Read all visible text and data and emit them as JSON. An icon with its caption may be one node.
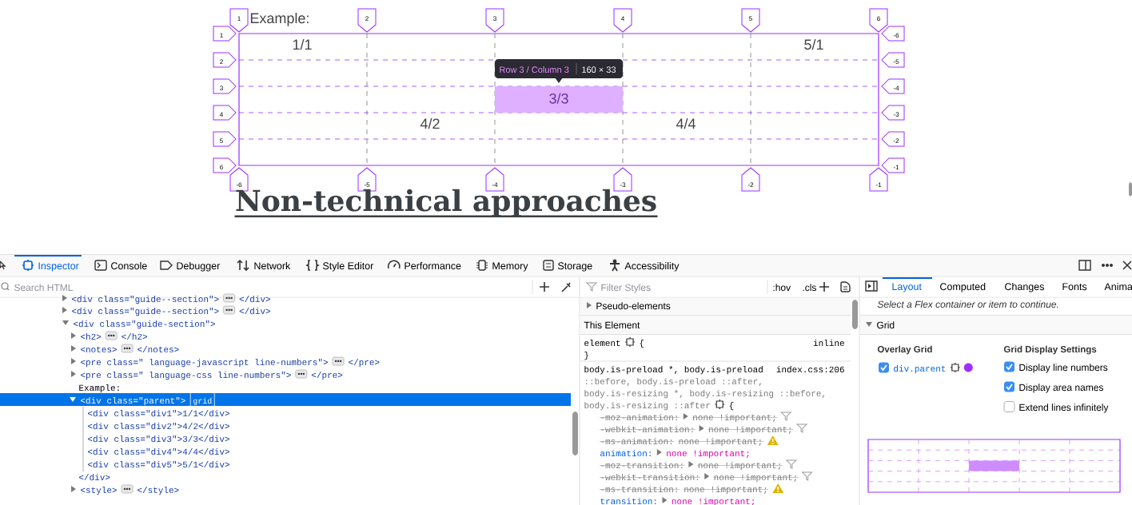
{
  "diagram": {
    "nodes": [
      {
        "text": [
          "1"
        ]
      },
      {
        "text": [
          "2"
        ]
      },
      {
        "text": [
          "3"
        ]
      },
      {
        "text": [
          "4"
        ]
      },
      {
        "text": [
          "5"
        ]
      },
      {
        "text": [
          "6"
        ]
      },
      {
        "text": [
          "1"
        ]
      },
      {
        "text": [
          "2"
        ]
      },
      {
        "text": [
          "3"
        ]
      },
      {
        "text": [
          "4"
        ]
      },
      {
        "text": [
          "5"
        ]
      },
      {
        "text": [
          "6"
        ]
      },
      {
        "text": [
          "-6"
        ]
      },
      {
        "text": [
          "-5"
        ]
      },
      {
        "text": [
          "-4"
        ]
      },
      {
        "text": [
          "-3"
        ]
      },
      {
        "text": [
          "-2"
        ]
      },
      {
        "text": [
          "-1"
        ]
      },
      {
        "text": [
          "-6"
        ]
      },
      {
        "text": [
          "-5"
        ]
      },
      {
        "text": [
          "-4"
        ]
      },
      {
        "text": [
          "-3"
        ]
      },
      {
        "text": [
          "-2"
        ]
      },
      {
        "text": [
          "-1"
        ]
      },
      {
        "text": [
          "Row 3 / Column 3",
          "160 × 33"
        ]
      },
      {
        "text": [
          "3/3"
        ]
      }
    ],
    "labels": [
      "Example:",
      "1/1",
      "5/1",
      "4/2",
      "4/4",
      "Non-technical approaches",
      "Inspector",
      "Console",
      "Debugger",
      "Network",
      "Style Editor",
      "Performance",
      "Memory",
      "Storage",
      "Accessibility",
      "Search HTML",
      "<div class=\"guide--section\">",
      "</div>",
      "<div class=\"guide--section\">",
      "</div>",
      "<div class=\"guide-section\">",
      "<h2>",
      "</h2>",
      "<notes>",
      "</notes>",
      "<pre class=\" language-javascript line-numbers\">",
      "</pre>",
      "<pre class=\" language-css line-numbers\">",
      "</pre>",
      "Example:",
      "<div class=\"parent\">",
      "grid",
      "<div class=\"div1\">1/1</div>",
      "<div class=\"div2\">4/2</div>",
      "<div class=\"div3\">3/3</div>",
      "<div class=\"div4\">4/4</div>",
      "<div class=\"div5\">5/1</div>",
      "</div>",
      "<style>",
      "</style>",
      "Filter Styles",
      ":hov",
      ".cls",
      "Pseudo-elements",
      "This Element",
      "element",
      "{",
      "inline",
      "}",
      "body.is-preload *, body.is-preload",
      "index.css:206",
      "::before, body.is-preload ::after,",
      "body.is-resizing *, body.is-resizing ::before,",
      "body.is-resizing ::after",
      "{",
      "-moz-animation:",
      "none !important;",
      "-webkit-animation:",
      "none !important;",
      "-ms-animation:",
      "none !important;",
      "animation:",
      "none !important;",
      "-moz-transition:",
      "none !important;",
      "-webkit-transition:",
      "none !important;",
      "-ms-transition:",
      "none !important;",
      "transition:",
      "none !important;",
      "Layout",
      "Computed",
      "Changes",
      "Fonts",
      "Anima",
      "Select a Flex container or item to continue.",
      "Grid",
      "Overlay Grid",
      "Grid Display Settings",
      "div.parent",
      "Display line numbers",
      "Display area names",
      "Extend lines infinitely"
    ]
  }
}
